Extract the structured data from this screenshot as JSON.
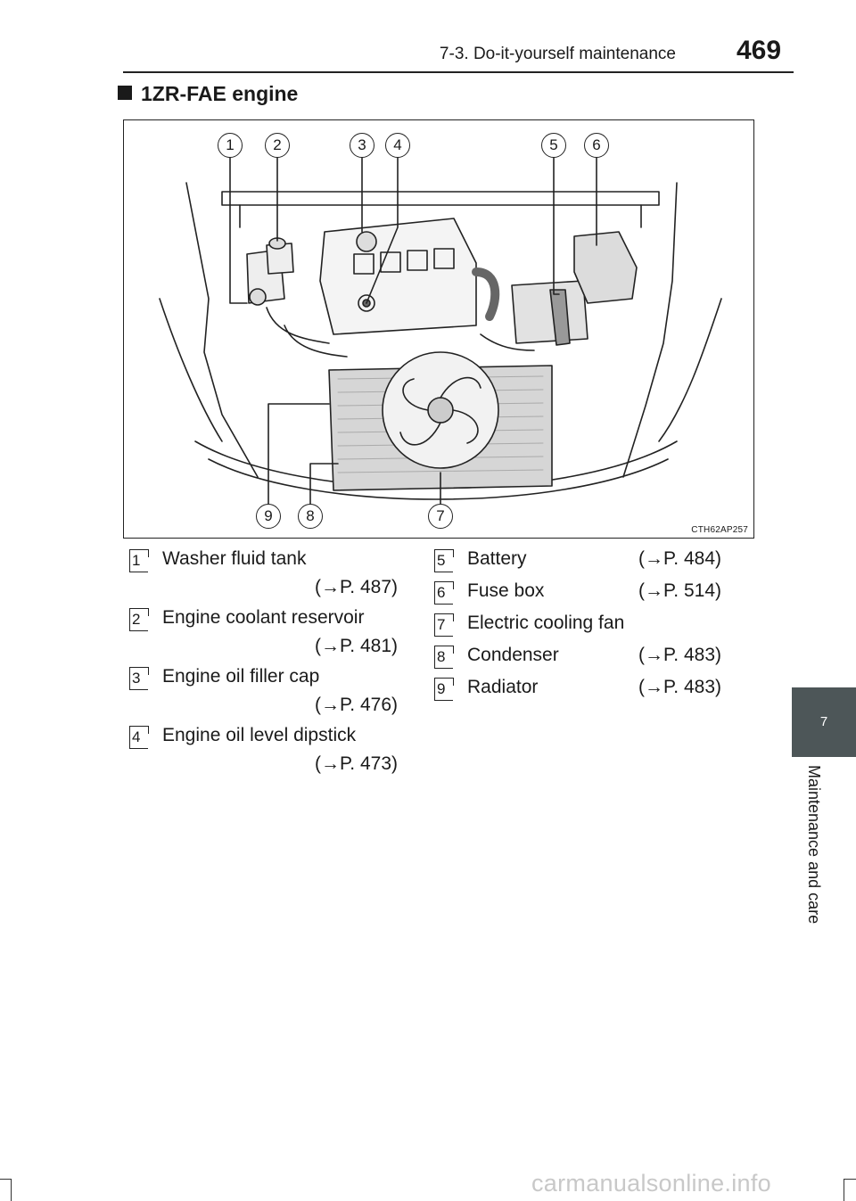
{
  "header": {
    "section": "7-3. Do-it-yourself maintenance",
    "page_number": "469"
  },
  "heading": "1ZR-FAE engine",
  "figure": {
    "code": "CTH62AP257",
    "callouts": [
      "1",
      "2",
      "3",
      "4",
      "5",
      "6",
      "7",
      "8",
      "9"
    ]
  },
  "legend": [
    {
      "num": "1",
      "label": "Washer fluid tank",
      "ref": "(→P. 487)"
    },
    {
      "num": "2",
      "label": "Engine coolant reservoir",
      "ref": "(→P. 481)"
    },
    {
      "num": "3",
      "label": "Engine oil filler cap",
      "ref": "(→P. 476)"
    },
    {
      "num": "4",
      "label": "Engine oil level dipstick",
      "ref": "(→P. 473)"
    },
    {
      "num": "5",
      "label": "Battery",
      "ref": "(→P. 484)"
    },
    {
      "num": "6",
      "label": "Fuse box",
      "ref": "(→P. 514)"
    },
    {
      "num": "7",
      "label": "Electric cooling fan",
      "ref": ""
    },
    {
      "num": "8",
      "label": "Condenser",
      "ref": "(→P. 483)"
    },
    {
      "num": "9",
      "label": "Radiator",
      "ref": "(→P. 483)"
    }
  ],
  "side_tab": {
    "chapter_number": "7",
    "chapter_title": "Maintenance and care"
  },
  "watermark": "carmanualsonline.info"
}
